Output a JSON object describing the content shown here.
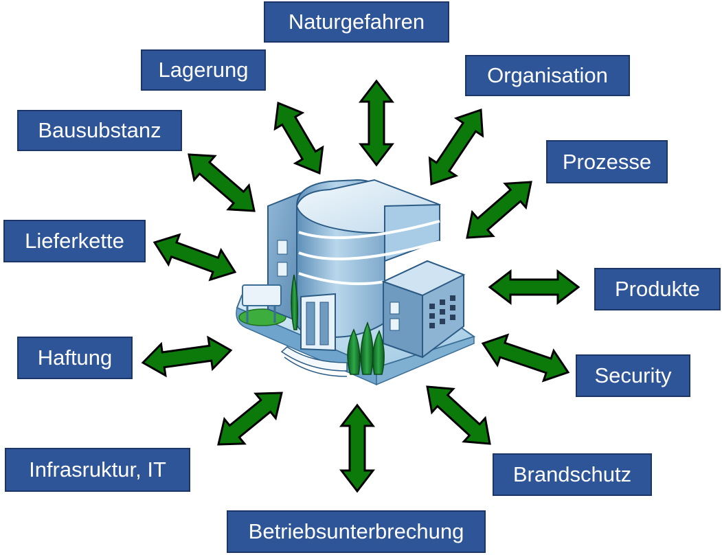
{
  "labels": {
    "naturgefahren": "Naturgefahren",
    "lagerung": "Lagerung",
    "organisation": "Organisation",
    "bausubstanz": "Bausubstanz",
    "prozesse": "Prozesse",
    "lieferkette": "Lieferkette",
    "produkte": "Produkte",
    "haftung": "Haftung",
    "security": "Security",
    "infrastruktur": "Infrasruktur, IT",
    "brandschutz": "Brandschutz",
    "betriebsunterbrechung": "Betriebsunterbrechung"
  },
  "colors": {
    "box_fill": "#2E5597",
    "box_border": "#1B3566",
    "box_text": "#FFFFFF",
    "arrow_fill": "#0B7A0B",
    "arrow_stroke": "#000000"
  },
  "icons": {
    "center": "office-building-icon",
    "connector": "double-headed-arrow-icon"
  }
}
